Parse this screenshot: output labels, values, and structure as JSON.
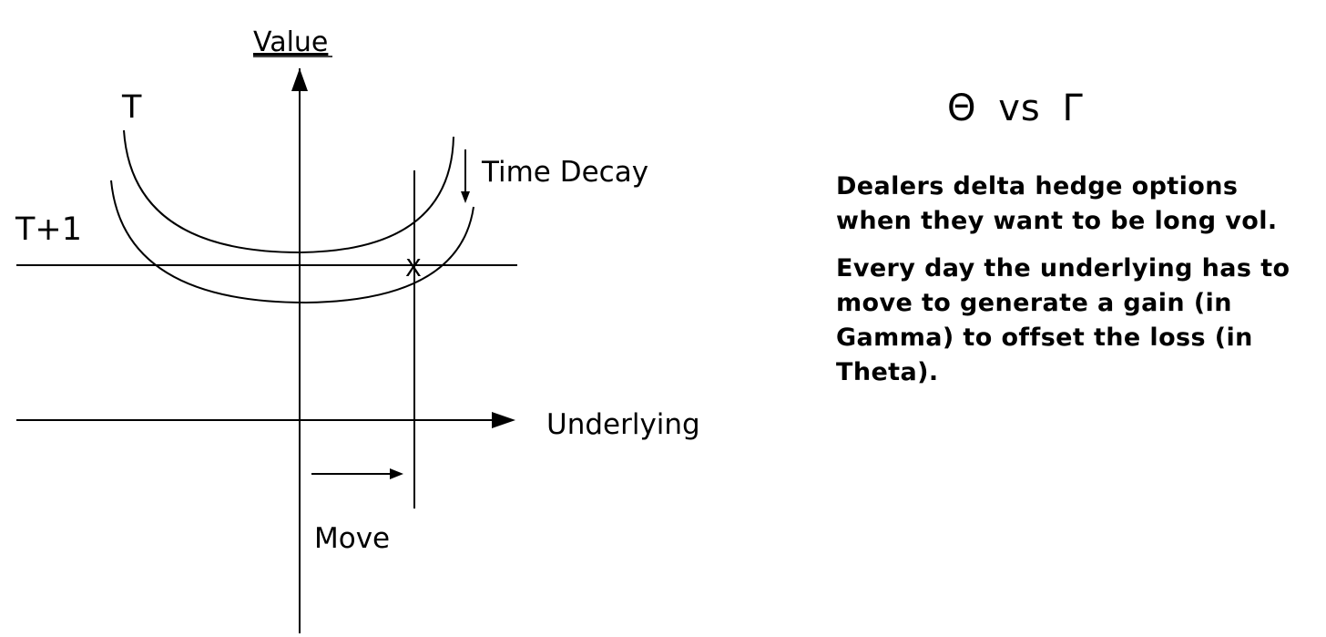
{
  "diagram": {
    "axes": {
      "y_label": "Value",
      "x_label": "Underlying"
    },
    "curves": {
      "t_label": "T",
      "t1_label": "T+1"
    },
    "annotations": {
      "time_decay": "Time Decay",
      "move": "Move",
      "cross_marker": "X"
    }
  },
  "heading": {
    "theta_symbol": "Θ",
    "vs": "vs",
    "gamma_symbol": "Γ"
  },
  "text": {
    "paragraph_1": "Dealers delta hedge options when they want to be long vol.",
    "paragraph_2": "Every day the underlying has to move to generate a gain (in Gamma) to offset the loss (in Theta)."
  }
}
